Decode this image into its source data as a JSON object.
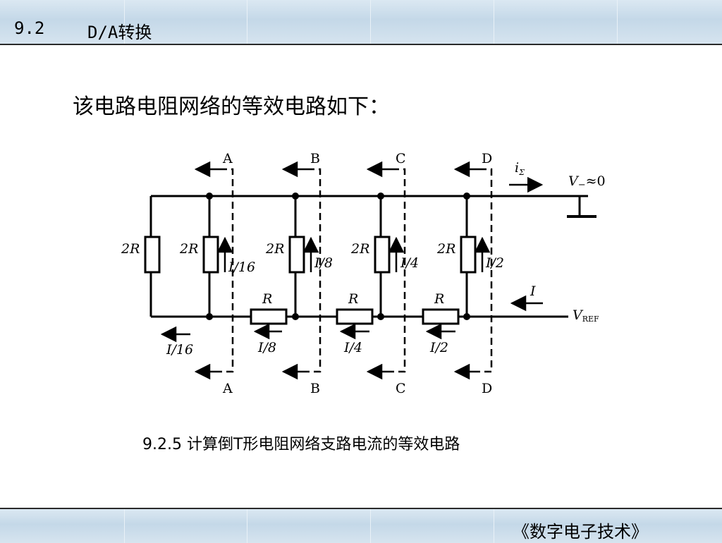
{
  "header": {
    "section": "9.2",
    "title": "D/A转换"
  },
  "heading": "该电路电阻网络的等效电路如下：",
  "caption": "9.2.5  计算倒T形电阻网络支路电流的等效电路",
  "footer": {
    "book_title": "《数字电子技术》"
  },
  "diagram": {
    "node_labels": [
      "A",
      "B",
      "C",
      "D"
    ],
    "vertical_resistors": [
      "2R",
      "2R",
      "2R",
      "2R",
      "2R"
    ],
    "series_resistors": [
      "R",
      "R",
      "R"
    ],
    "branch_currents": [
      "I/16",
      "I/8",
      "I/4",
      "I/2"
    ],
    "bottom_currents": [
      "I/16",
      "I/8",
      "I/4",
      "I/2"
    ],
    "input_current": "I",
    "sum_current": "i",
    "sum_current_sub": "Σ",
    "vminus_label": "V",
    "vminus_sub": "−",
    "vminus_value": "≈0",
    "vref_label": "V",
    "vref_sub": "REF"
  },
  "colors": {
    "bar": "#c9dbe9",
    "rule": "#2a2a2a",
    "ink": "#000000"
  }
}
